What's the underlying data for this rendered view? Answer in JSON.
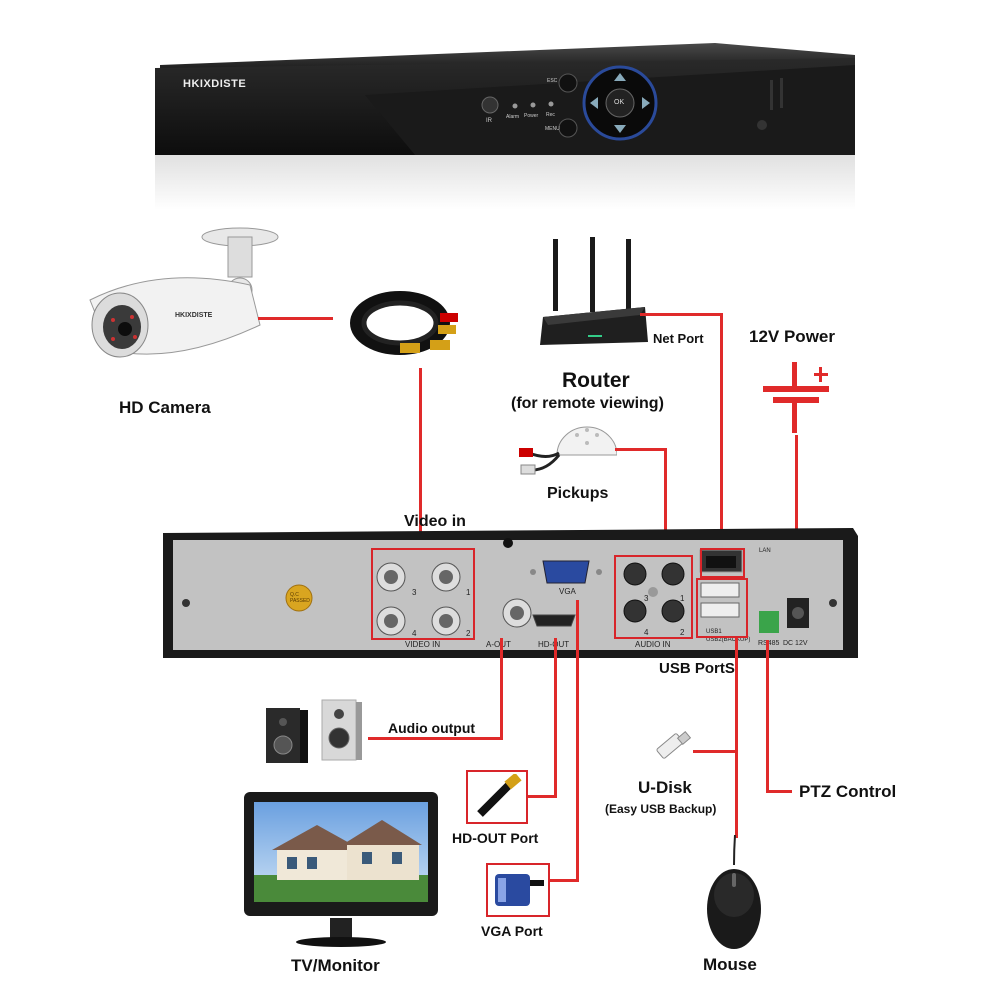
{
  "dvr_front": {
    "brand": "HKIXDISTE",
    "esc": "ESC",
    "menu": "MENU",
    "ok": "OK",
    "ir": "IR",
    "leds": [
      "Alarm",
      "Power",
      "Rec"
    ]
  },
  "labels": {
    "hd_camera": "HD Camera",
    "net_port": "Net Port",
    "power_12v": "12V Power",
    "router": "Router",
    "router_sub": "(for remote viewing)",
    "pickups": "Pickups",
    "video_in": "Video in",
    "usb_ports": "USB PortS",
    "audio_output": "Audio output",
    "u_disk": "U-Disk",
    "u_disk_sub": "(Easy USB Backup)",
    "ptz_control": "PTZ Control",
    "hd_out_port": "HD-OUT Port",
    "vga_port": "VGA Port",
    "tv_monitor": "TV/Monitor",
    "mouse": "Mouse"
  },
  "rear_panel": {
    "video_in": "VIDEO IN",
    "a_out": "A-OUT",
    "hd_out": "HD-OUT",
    "vga": "VGA",
    "audio_in": "AUDIO IN",
    "lan": "LAN",
    "usb1": "USB1",
    "usb2": "USB2(BACKUP)",
    "rs485": "RS485",
    "dc12v": "DC 12V",
    "qc": "Q.C\nPASSED",
    "channels": [
      "3",
      "1",
      "4",
      "2"
    ]
  }
}
